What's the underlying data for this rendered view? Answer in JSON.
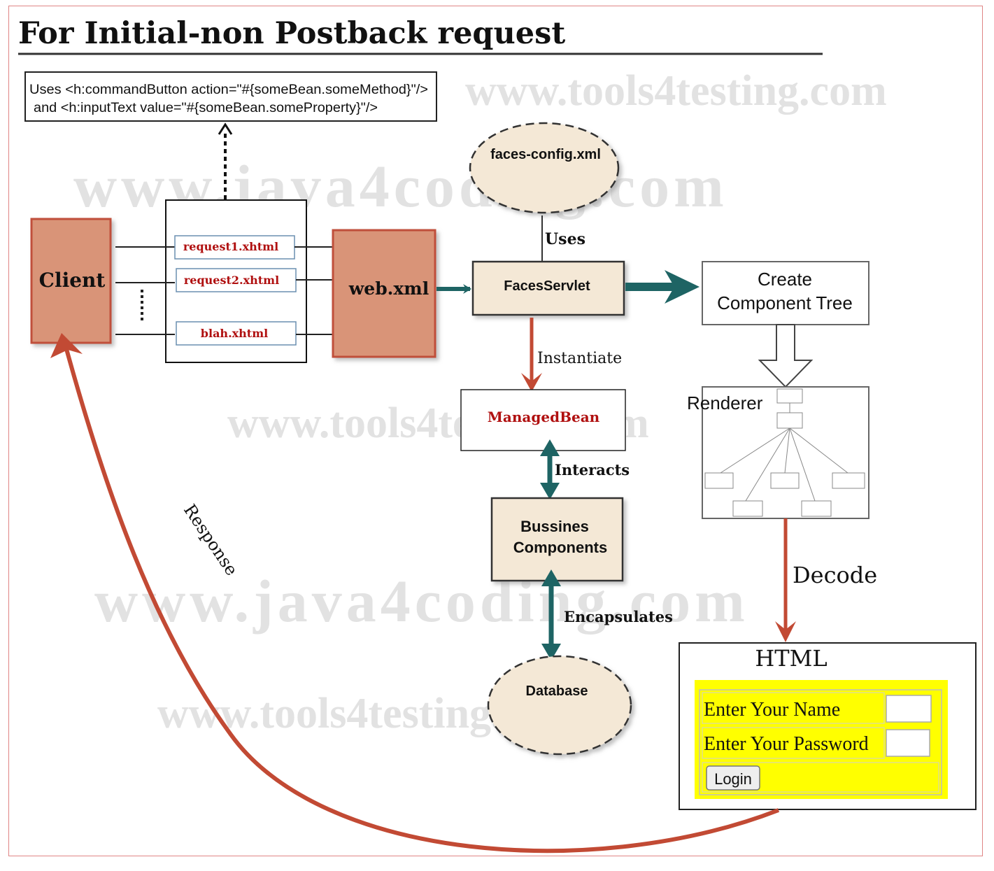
{
  "title": "For Initial-non Postback request",
  "watermarks": {
    "w1": "www.tools4testing.com",
    "w2": "www.java4coding.com",
    "w3": "www.tools4testing.com",
    "w4": "www.java4coding.com",
    "w5": "www.tools4testing.com"
  },
  "code_box": {
    "line1": "Uses <h:commandButton   action=\"#{someBean.someMethod}\"/>",
    "line2": "and <h:inputText value=\"#{someBean.someProperty}\"/>"
  },
  "client": "Client",
  "requests": [
    "request1.xhtml",
    "request2.xhtml",
    "blah.xhtml"
  ],
  "web_xml": "web.xml",
  "faces_config": "faces-config.xml",
  "uses": "Uses",
  "faces_servlet": "FacesServlet",
  "create_tree": {
    "line1": "Create",
    "line2": "Component Tree"
  },
  "instantiate": "Instantiate",
  "managed_bean": "ManagedBean",
  "interacts": "Interacts",
  "business": {
    "line1": "Bussines",
    "line2": "Components"
  },
  "encapsulates": "Encapsulates",
  "database": "Database",
  "renderer": "Renderer",
  "decode": "Decode",
  "response": "Response",
  "html_box": {
    "title": "HTML",
    "name_label": "Enter Your Name",
    "password_label": "Enter Your Password",
    "login_button": "Login"
  },
  "colors": {
    "salmon": "#d99478",
    "salmon_border": "#c0503a",
    "beige": "#f4e8d6",
    "teal": "#1e6464",
    "red_arrow": "#c24a34",
    "dark_red_text": "#b01010",
    "yellow": "#ffff00"
  }
}
